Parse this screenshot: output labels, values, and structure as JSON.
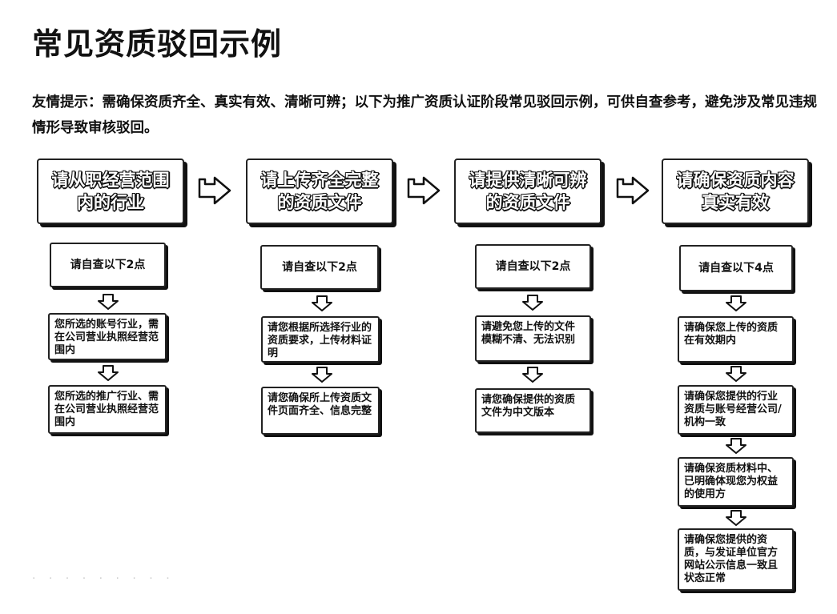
{
  "title": "常见资质驳回示例",
  "notice": "友情提示：需确保资质齐全、真实有效、清晰可辨；以下为推广资质认证阶段常见驳回示例，可供自查参考，避免涉及常见违规情形导致审核驳回。",
  "columns": [
    {
      "header": "请从职经营范围内的行业",
      "check": "请自查以下2点",
      "items": [
        "您所选的账号行业，需在公司营业执照经营范围内",
        "您所选的推广行业、需在公司营业执照经营范围内"
      ]
    },
    {
      "header": "请上传齐全完整的资质文件",
      "check": "请自查以下2点",
      "items": [
        "请您根据所选择行业的资质要求，上传材料证明",
        "请您确保所上传资质文件页面齐全、信息完整"
      ]
    },
    {
      "header": "请提供清晰可辨的资质文件",
      "check": "请自查以下2点",
      "items": [
        "请避免您上传的文件模糊不清、无法识别",
        "请您确保提供的资质文件为中文版本"
      ]
    },
    {
      "header": "请确保资质内容真实有效",
      "check": "请自查以下4点",
      "items": [
        "请确保您上传的资质在有效期内",
        "请确保您提供的行业资质与账号经营公司/机构一致",
        "请确保资质材料中、已明确体现您为权益的使用方",
        "请确保您提供的资质，与发证单位官方网站公示信息一致且状态正常"
      ]
    }
  ],
  "footer_faint": "· · · · · · · · ·"
}
